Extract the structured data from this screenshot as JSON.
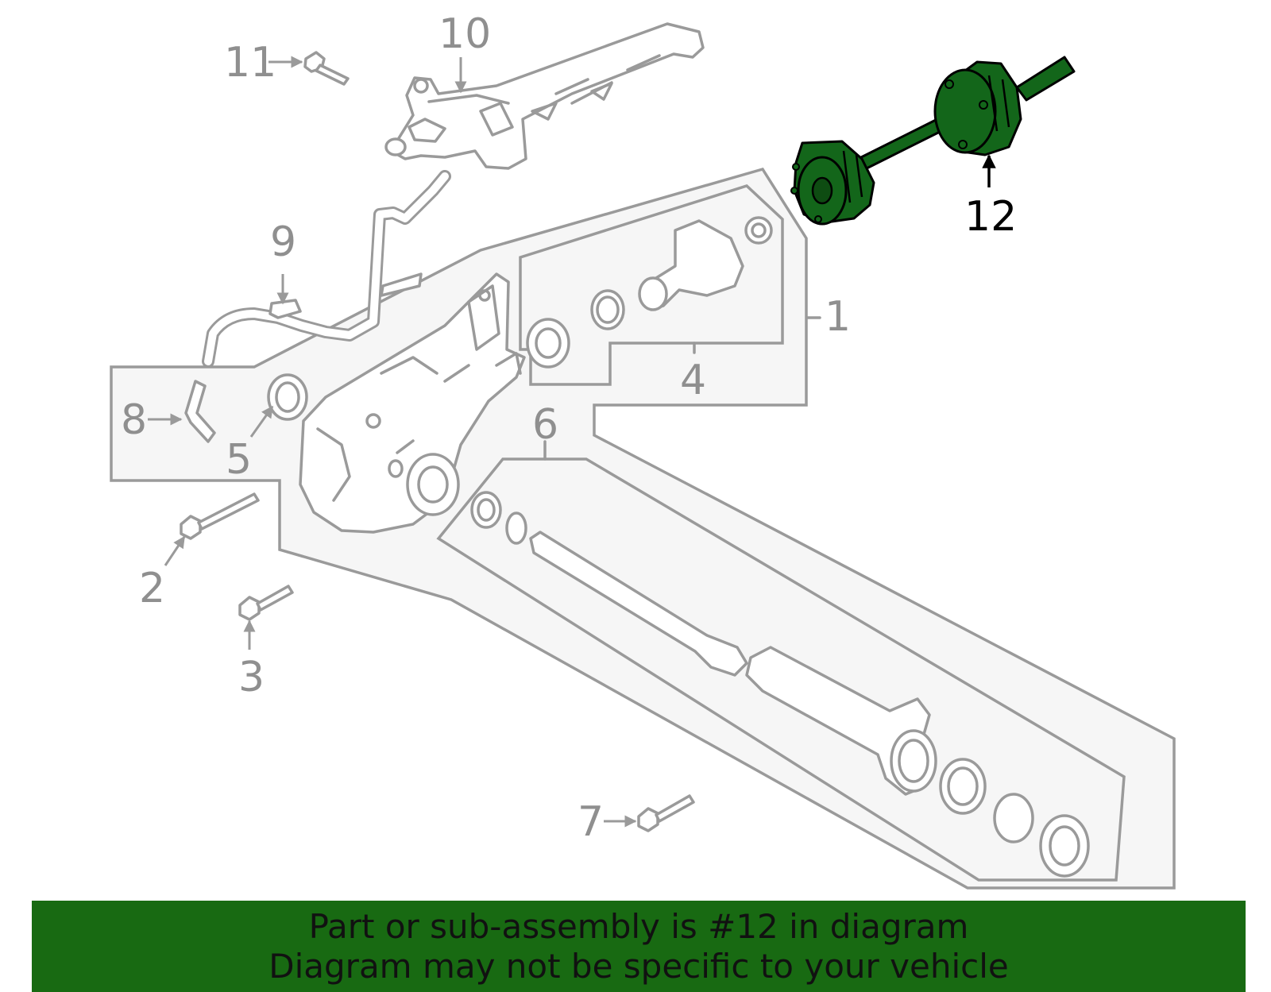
{
  "diagram": {
    "highlight_color": "#13661a",
    "callouts": [
      "1",
      "2",
      "3",
      "4",
      "5",
      "6",
      "7",
      "8",
      "9",
      "10",
      "11",
      "12"
    ],
    "highlighted_part": "12"
  },
  "footer": {
    "line1": "Part or sub-assembly is #12 in diagram",
    "line2": "Diagram may not be specific to your vehicle",
    "background": "#186a12"
  }
}
